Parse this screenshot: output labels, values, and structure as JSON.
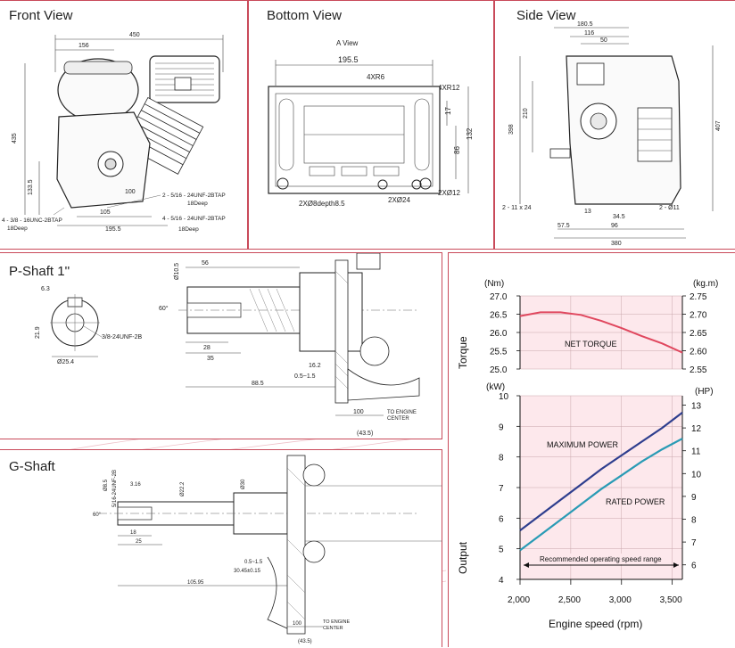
{
  "front": {
    "title": "Front View",
    "dims": [
      "450",
      "156",
      "435",
      "133.5",
      "105",
      "195.5",
      "100"
    ],
    "notes": [
      "2 - 5/16 - 24UNF-2BTAP",
      "18Deep",
      "4 - 3/8 - 16UNC-2BTAP",
      "18Deep",
      "4 - 5/16 - 24UNF-2BTAP",
      "18Deep"
    ]
  },
  "bottom": {
    "title": "Bottom View",
    "subtitle": "A View",
    "dims": [
      "195.5",
      "4XR6",
      "4XR12",
      "17",
      "86",
      "132"
    ],
    "notes": [
      "2XØ8depth8.5",
      "2XØ24",
      "2XØ12"
    ]
  },
  "side": {
    "title": "Side View",
    "dims": [
      "180.5",
      "116",
      "50",
      "398",
      "210",
      "407",
      "13",
      "34.5",
      "57.5",
      "96",
      "380"
    ],
    "notes": [
      "2 - 11 x 24",
      "2 - Ø11"
    ]
  },
  "pshaft": {
    "title": "P-Shaft 1''",
    "dims": [
      "56",
      "Ø10.5",
      "60°",
      "28",
      "35",
      "16.2",
      "0.5~1.5",
      "88.5",
      "100",
      "(43.5)"
    ],
    "notes": [
      "6.3",
      "21.9",
      "3/8-24UNF-2B",
      "Ø25.4",
      "TO ENGINE",
      "CENTER"
    ]
  },
  "gshaft": {
    "title": "G-Shaft",
    "dims": [
      "Ø8.5",
      "3.16",
      "Ø22.2",
      "Ø30",
      "18",
      "25",
      "0.5~1.5",
      "30.45±0.15",
      "105.95",
      "100",
      "(43.5)"
    ],
    "notes": [
      "5/16-24UNF-2B",
      "60°",
      "TO ENGINE",
      "CENTER"
    ]
  },
  "chart_data": {
    "type": "line",
    "title": "",
    "xlabel": "Engine speed (rpm)",
    "x_ticks": [
      "2,000",
      "2,500",
      "3,000",
      "3,500"
    ],
    "xlim": [
      2000,
      3600
    ],
    "torque": {
      "ylabel": "Torque",
      "unit_left": "(Nm)",
      "unit_right": "(kg.m)",
      "ticks_nm": [
        "27.0",
        "26.5",
        "26.0",
        "25.5",
        "25.0"
      ],
      "ylim_nm": [
        25.0,
        27.0
      ],
      "ticks_kgm": [
        "2.75",
        "2.70",
        "2.65",
        "2.60",
        "2.55"
      ],
      "series": [
        {
          "name": "NET TORQUE",
          "color": "#e0475e",
          "x": [
            2000,
            2200,
            2400,
            2600,
            2800,
            3000,
            3200,
            3400,
            3600
          ],
          "values": [
            26.45,
            26.55,
            26.55,
            26.48,
            26.32,
            26.12,
            25.9,
            25.7,
            25.45
          ]
        }
      ]
    },
    "output": {
      "ylabel": "Output",
      "unit_left": "(kW)",
      "unit_right": "(HP)",
      "ticks_kw": [
        "10",
        "9",
        "8",
        "7",
        "6",
        "5",
        "4"
      ],
      "ylim_kw": [
        4,
        10
      ],
      "ticks_hp": [
        "13",
        "12",
        "11",
        "10",
        "9",
        "8",
        "7",
        "6"
      ],
      "series": [
        {
          "name": "MAXIMUM POWER",
          "color": "#2e3e8e",
          "x": [
            2000,
            2200,
            2400,
            2600,
            2800,
            3000,
            3200,
            3400,
            3600
          ],
          "values": [
            5.6,
            6.1,
            6.6,
            7.1,
            7.6,
            8.05,
            8.5,
            8.95,
            9.45
          ]
        },
        {
          "name": "RATED POWER",
          "color": "#2a9bb5",
          "x": [
            2000,
            2200,
            2400,
            2600,
            2800,
            3000,
            3200,
            3400,
            3600
          ],
          "values": [
            4.95,
            5.45,
            5.95,
            6.45,
            6.95,
            7.4,
            7.85,
            8.25,
            8.6
          ]
        }
      ]
    },
    "annotation": "Recommended operating speed range"
  }
}
